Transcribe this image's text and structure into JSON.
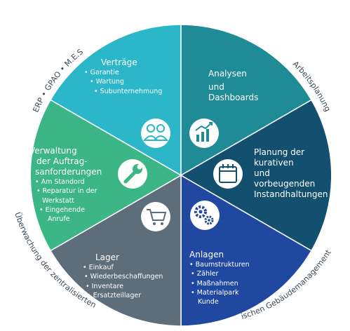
{
  "ring": {
    "top_left": "ERP • GPAO • M.E.S",
    "top_right": "Arbeitsplanung",
    "bottom_left": "Überwachung der zentralisierten",
    "bottom_right": "ischen Gebäudemanagement"
  },
  "segments": {
    "vertraege": {
      "title": "Verträge",
      "items": [
        "• Garantie",
        "• Wartung",
        "• Subunternehmung"
      ],
      "color": "#2bb6c9",
      "icon": "people-icon"
    },
    "analysen": {
      "title": "Analysen",
      "line2": "und",
      "line3": "Dashboards",
      "color": "#1f8b96",
      "icon": "bar-chart-icon"
    },
    "planung": {
      "title": "Planung der",
      "line2": "kurativen",
      "line3": "und",
      "line4": "vorbeugenden",
      "line5": "Instandhaltungen",
      "color": "#134f6e",
      "icon": "calendar-icon"
    },
    "anlagen": {
      "title": "Anlagen",
      "items": [
        "• Baumstrukturen",
        "• Zähler",
        "• Maßnahmen",
        "• Materialpark",
        "Kunde"
      ],
      "color": "#2148a1",
      "icon": "gears-icon"
    },
    "lager": {
      "title": "Lager",
      "items": [
        "• Einkauf",
        "• Wiederbeschaffungen",
        "• Inventare",
        "• Ersatzteillager"
      ],
      "color": "#5d6d7a",
      "icon": "cart-icon"
    },
    "verwaltung": {
      "title": "Verwaltung",
      "line2": "der Auftrag-",
      "line3": "sanforderungen",
      "items": [
        "• Am Standord",
        "• Reparatur in der",
        "Werkstatt",
        "• Eingehende",
        "Anrufe"
      ],
      "color": "#3cb587",
      "icon": "wrench-icon"
    }
  }
}
